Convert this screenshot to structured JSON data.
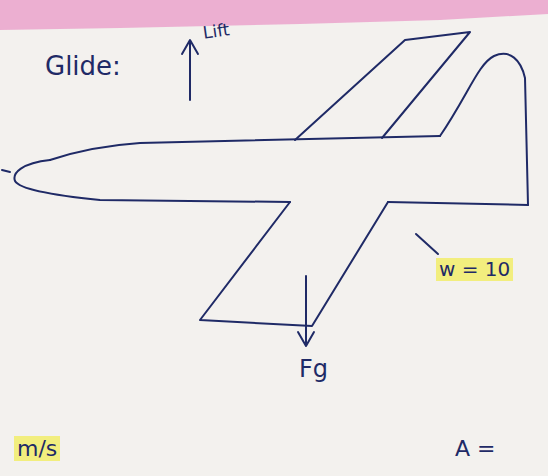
{
  "diagram": {
    "labels": [
      "Glide:",
      "Lift",
      "Fg",
      "w = 10",
      "m/s",
      "A ="
    ]
  }
}
